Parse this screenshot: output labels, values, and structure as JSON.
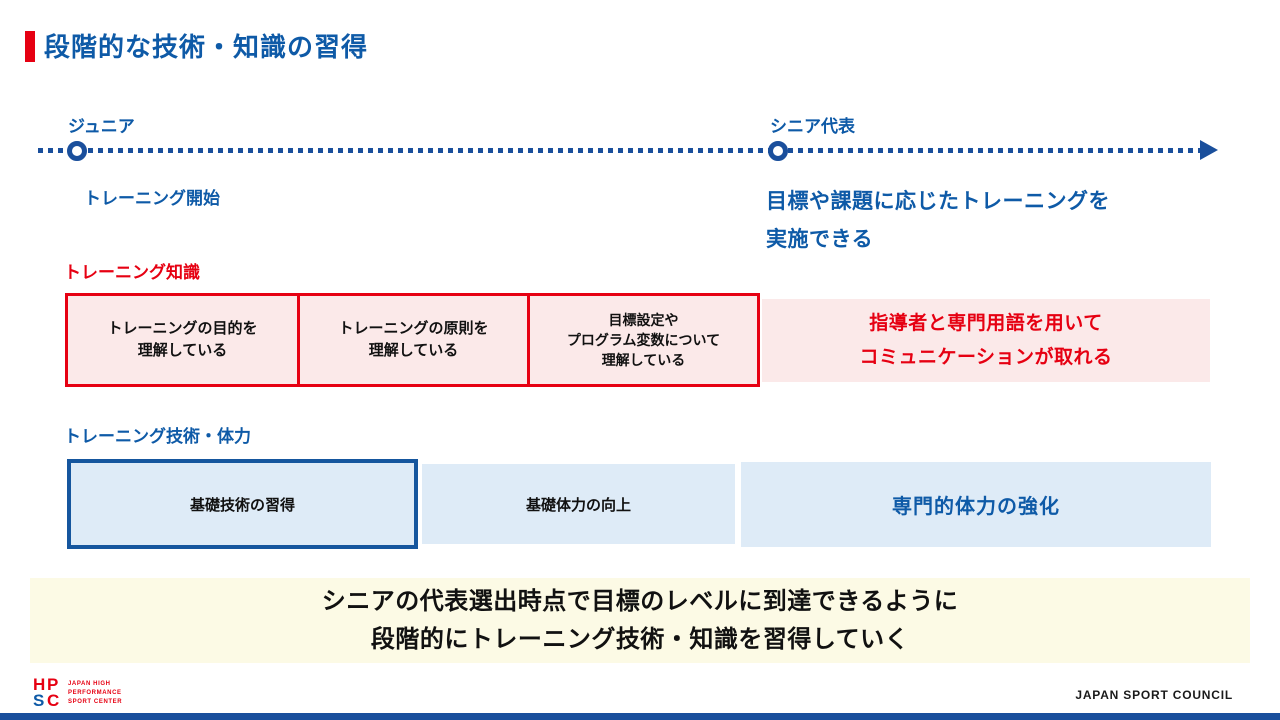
{
  "slide": {
    "title": "段階的な技術・知識の習得"
  },
  "timeline": {
    "junior_label": "ジュニア",
    "senior_label": "シニア代表",
    "junior_caption": "トレーニング開始",
    "senior_caption": "目標や課題に応じたトレーニングを\n実施できる"
  },
  "knowledge": {
    "heading": "トレーニング知識",
    "stages": [
      "トレーニングの目的を\n理解している",
      "トレーニングの原則を\n理解している",
      "目標設定や\nプログラム変数について\n理解している"
    ],
    "goal": "指導者と専門用語を用いて\nコミュニケーションが取れる"
  },
  "skills": {
    "heading": "トレーニング技術・体力",
    "stages": [
      "基礎技術の習得",
      "基礎体力の向上"
    ],
    "goal": "専門的体力の強化"
  },
  "summary": "シニアの代表選出時点で目標のレベルに到達できるように\n段階的にトレーニング技術・知識を習得していく",
  "footer": {
    "logo": {
      "letters": [
        "H",
        "P",
        "S",
        "C"
      ],
      "tagline": [
        "JAPAN HIGH",
        "PERFORMANCE",
        "SPORT CENTER"
      ]
    },
    "org_name": "JAPAN SPORT COUNCIL"
  },
  "colors": {
    "primary_blue": "#0E5AA7",
    "line_blue": "#1A4F9C",
    "dark_blue": "#15569E",
    "accent_red": "#E60012",
    "light_pink": "#FBE9E9",
    "light_blue": "#DEEBF7",
    "cream": "#FCFAE5"
  }
}
